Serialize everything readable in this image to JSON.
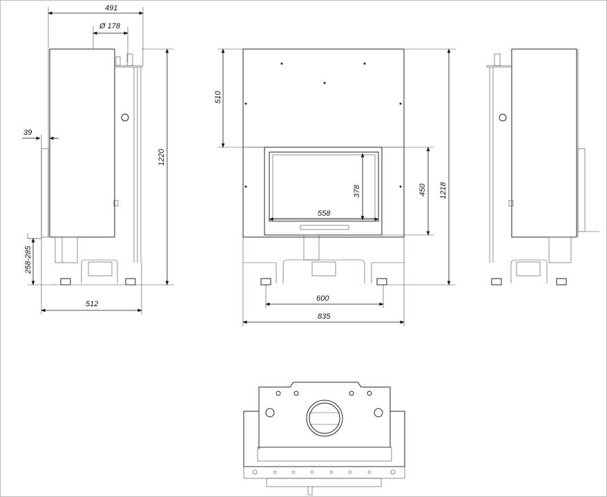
{
  "drawing": {
    "side_view": {
      "width_top": "491",
      "flue_diameter": "Ø 178",
      "front_offset": "39",
      "height": "1220",
      "leg_height": "258-285",
      "depth": "512"
    },
    "front_view": {
      "top_section": "510",
      "glass_height": "378",
      "door_height": "450",
      "height": "1218",
      "glass_width": "558",
      "leg_spacing": "600",
      "width": "835"
    }
  }
}
